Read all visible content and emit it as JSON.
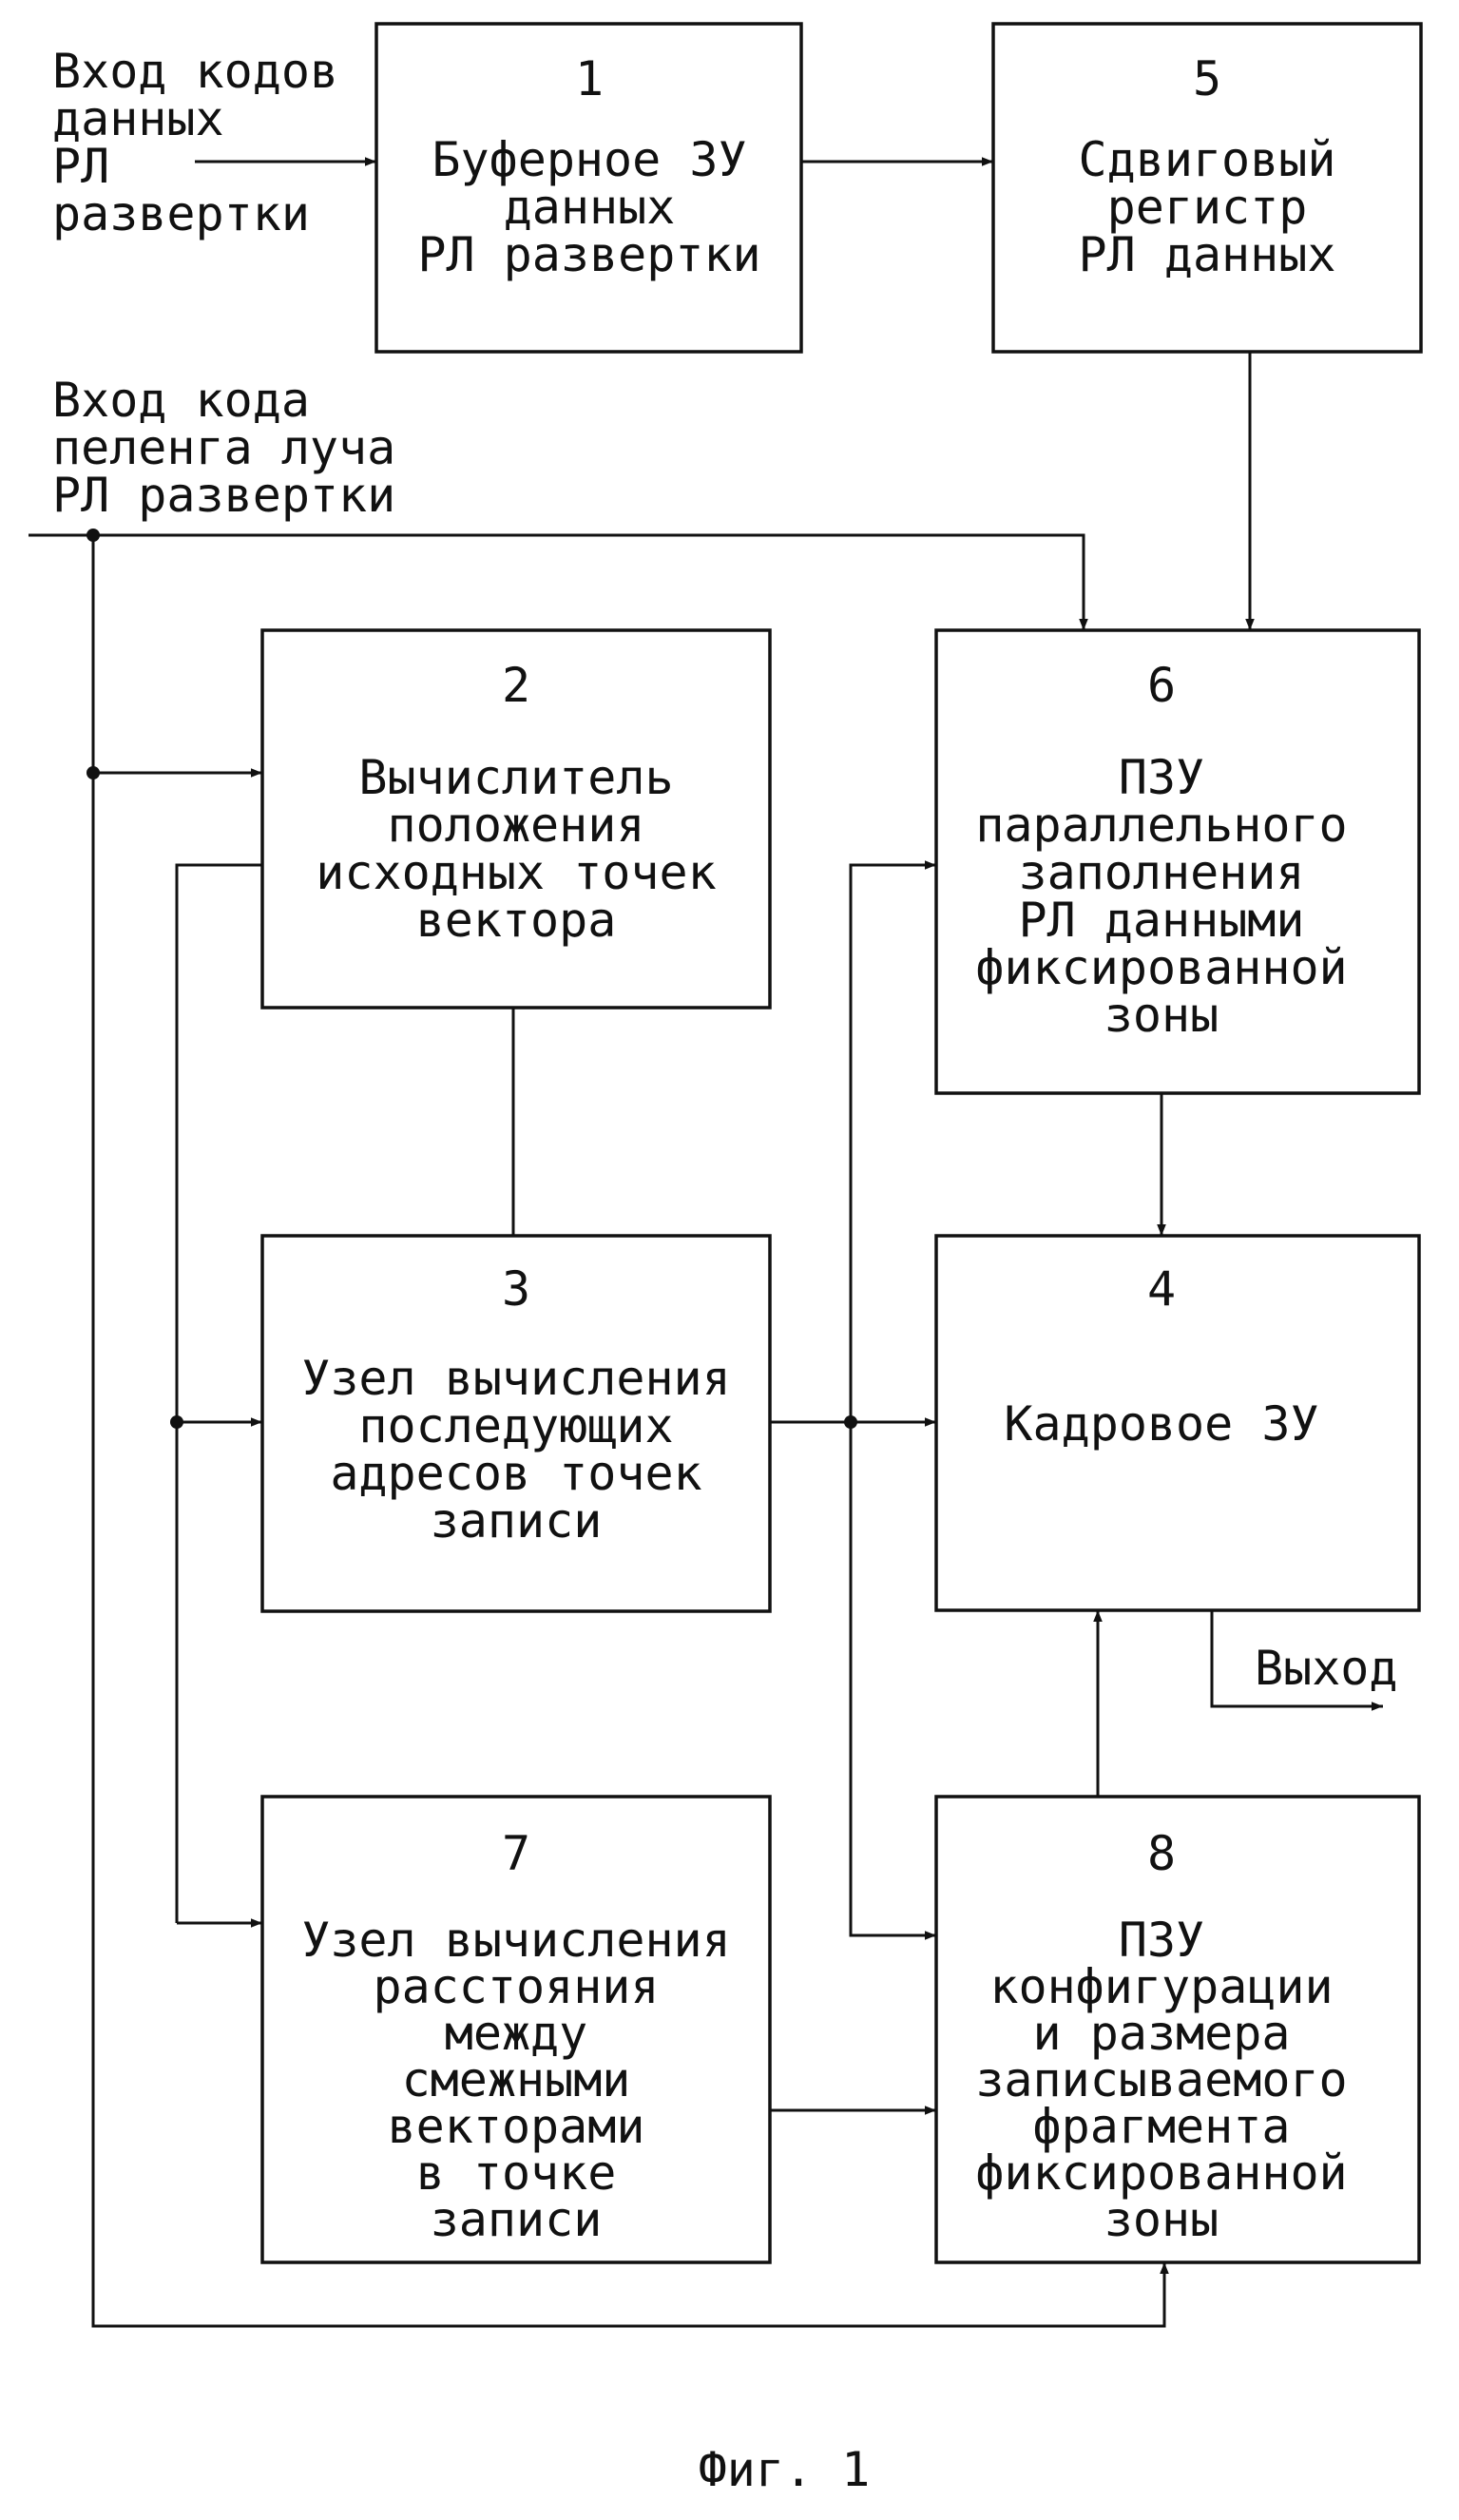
{
  "blocks": [
    {
      "id": "1",
      "number": "1",
      "lines": [
        "Буферное ЗУ",
        "данных",
        "РЛ развертки"
      ]
    },
    {
      "id": "5",
      "number": "5",
      "lines": [
        "Сдвиговый",
        "регистр",
        "РЛ данных"
      ]
    },
    {
      "id": "2",
      "number": "2",
      "lines": [
        "Вычислитель",
        "положения",
        "исходных точек",
        "вектора"
      ]
    },
    {
      "id": "6",
      "number": "6",
      "lines": [
        "ПЗУ",
        "параллельного",
        "заполнения",
        "РЛ данными",
        "фиксированной",
        "зоны"
      ]
    },
    {
      "id": "3",
      "number": "3",
      "lines": [
        "Узел вычисления",
        "последующих",
        "адресов точек",
        "записи"
      ]
    },
    {
      "id": "4",
      "number": "4",
      "lines": [
        "Кадровое ЗУ"
      ]
    },
    {
      "id": "7",
      "number": "7",
      "lines": [
        "Узел вычисления",
        "расстояния",
        "между",
        "смежными",
        "векторами",
        "в точке",
        "записи"
      ]
    },
    {
      "id": "8",
      "number": "8",
      "lines": [
        "ПЗУ",
        "конфигурации",
        "и размера",
        "записываемого",
        "фрагмента",
        "фиксированной",
        "зоны"
      ]
    }
  ],
  "inputs": {
    "data_codes": [
      "Вход кодов",
      "данных",
      "РЛ",
      "развертки"
    ],
    "bearing_code": [
      "Вход кода",
      "пеленга луча",
      "РЛ развертки"
    ]
  },
  "output_label": "Выход",
  "caption": "Фиг. 1"
}
